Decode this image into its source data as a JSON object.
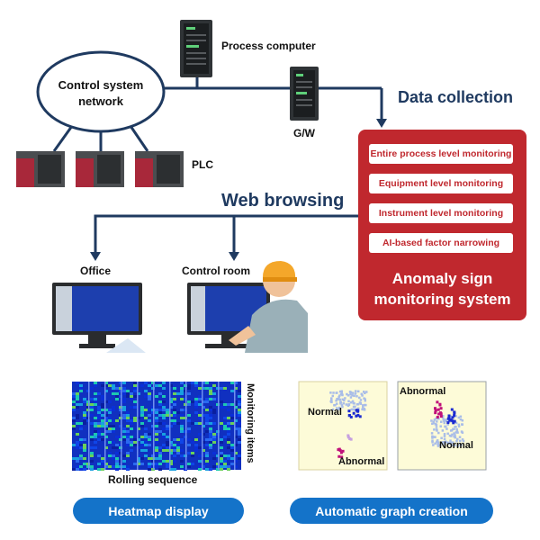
{
  "labels": {
    "process_computer": "Process computer",
    "control_network_line1": "Control system",
    "control_network_line2": "network",
    "gw": "G/W",
    "plc": "PLC",
    "data_collection": "Data collection",
    "web_browsing": "Web browsing",
    "office": "Office",
    "control_room": "Control room"
  },
  "anomaly_system": {
    "items": [
      "Entire process level monitoring",
      "Equipment level monitoring",
      "Instrument level monitoring",
      "AI-based factor narrowing"
    ],
    "title_line1": "Anomaly sign",
    "title_line2": "monitoring system"
  },
  "heatmap": {
    "y_label": "Monitoring items",
    "x_label": "Rolling sequence",
    "button": "Heatmap display"
  },
  "graphs": {
    "left_normal": "Normal",
    "left_abnormal": "Abnormal",
    "right_abnormal": "Abnormal",
    "right_normal": "Normal",
    "button": "Automatic graph creation"
  },
  "colors": {
    "accent_red": "#c0282e",
    "navy": "#1f3a60",
    "button_blue": "#1473c9"
  }
}
